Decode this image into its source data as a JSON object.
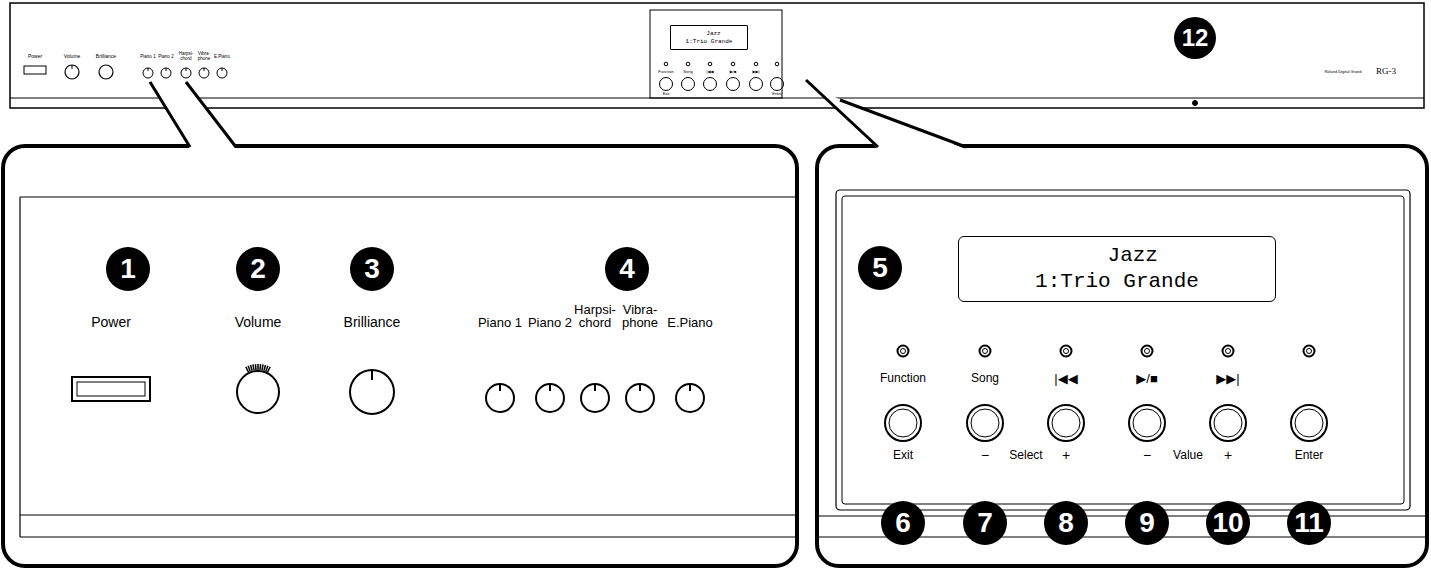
{
  "diagram": {
    "nodes": [
      {
        "text": [
          "Jazz",
          "1:Trio Grande"
        ]
      },
      {
        "text": [
          "Jazz",
          "1:Trio Grande"
        ]
      }
    ],
    "labels": [
      "Power",
      "Volume",
      "Brilliance",
      "Piano 1",
      "Piano 2",
      "Harpsi- chord",
      "Vibra- phone",
      "E.Piano",
      "Function",
      "Song",
      "|◀◀",
      "▶/■",
      "▶▶|",
      "Exit",
      "Enter",
      "Roland Digital Grand",
      "RG-3",
      "12",
      "1",
      "2",
      "3",
      "4",
      "Power",
      "Volume",
      "Brilliance",
      "Piano 1",
      "Piano 2",
      "Harpsi- chord",
      "Vibra- phone",
      "E.Piano",
      "5",
      "Function",
      "Song",
      "|◀◀",
      "▶/■",
      "▶▶|",
      "Exit",
      "−",
      "Select",
      "+",
      "−",
      "Value",
      "+",
      "Enter",
      "6",
      "7",
      "8",
      "9",
      "10",
      "11"
    ]
  }
}
